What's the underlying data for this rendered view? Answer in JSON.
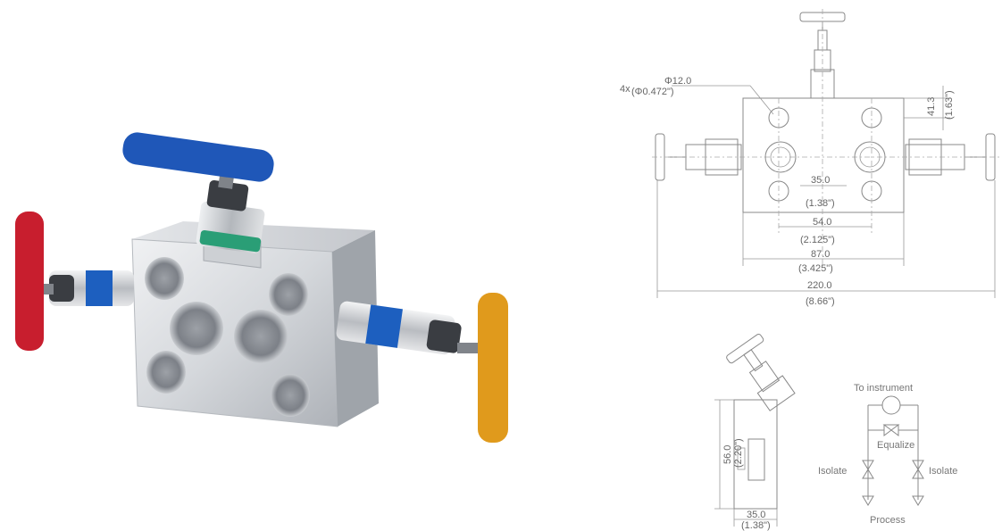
{
  "product_photo": {
    "handle_colors": {
      "top": "#1f57b8",
      "left": "#c81e2e",
      "right": "#e09a1c"
    },
    "body_color": "#d7d9dc"
  },
  "front_view": {
    "port_callout": {
      "line1": "Φ12.0",
      "line2": "(Φ0.472\")",
      "prefix": "4x"
    },
    "height_dim": {
      "value": "41.3",
      "inch": "(1.63\")"
    },
    "dims": [
      {
        "value": "35.0",
        "inch": "(1.38\")"
      },
      {
        "value": "54.0",
        "inch": "(2.125\")"
      },
      {
        "value": "87.0",
        "inch": "(3.425\")"
      },
      {
        "value": "220.0",
        "inch": "(8.66\")"
      }
    ]
  },
  "side_view": {
    "height_dim": {
      "value": "56.0",
      "inch": "(2.20\")"
    },
    "width_dim": {
      "value": "35.0",
      "inch": "(1.38\")"
    }
  },
  "schematic": {
    "top_label": "To instrument",
    "equalize_label": "Equalize",
    "isolate_left": "Isolate",
    "isolate_right": "Isolate",
    "bottom_label": "Process"
  }
}
